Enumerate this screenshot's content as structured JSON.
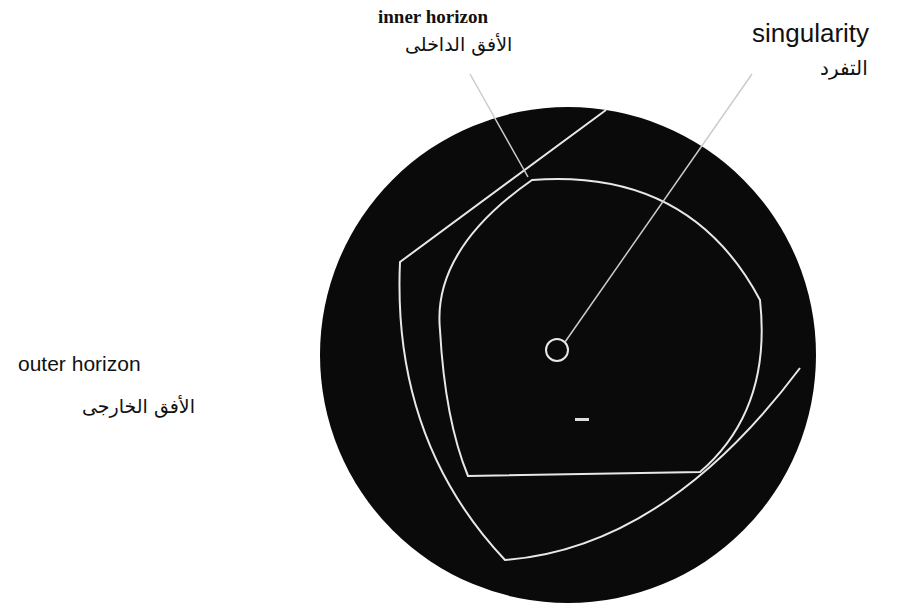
{
  "diagram": {
    "labels": [
      "inner horizon",
      "الأفق الداخلى",
      "singularity",
      "التفرد",
      "outer horizon",
      "الأفق الخارجى"
    ]
  }
}
